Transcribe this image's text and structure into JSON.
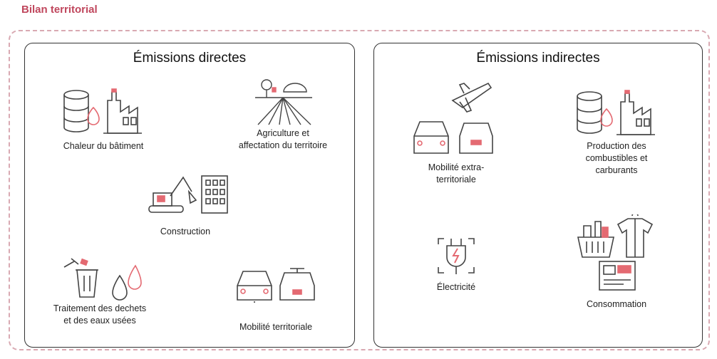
{
  "header": {
    "title": "Bilan territorial"
  },
  "colors": {
    "accent": "#c0475d",
    "frame": "#d9a9b2",
    "icon": "#444444",
    "icon_highlight": "#e46a72"
  },
  "direct": {
    "title": "Émissions directes",
    "items": [
      {
        "label": "Chaleur du bâtiment",
        "icon": "fuel-barrel-factory-icon"
      },
      {
        "label_lines": [
          "Agriculture et",
          "affectation du territoire"
        ],
        "icon": "agriculture-field-icon"
      },
      {
        "label": "Construction",
        "icon": "excavator-building-icon"
      },
      {
        "label_lines": [
          "Traitement des dechets",
          "et des eaux usées"
        ],
        "icon": "waste-water-icon"
      },
      {
        "label": "Mobilité territoriale",
        "icon": "car-vehicles-icon"
      }
    ]
  },
  "indirect": {
    "title": "Émissions indirectes",
    "items": [
      {
        "label_lines": [
          "Mobilité extra-",
          "territoriale"
        ],
        "icon": "plane-car-icon"
      },
      {
        "label_lines": [
          "Production des",
          "combustibles et",
          "carburants"
        ],
        "icon": "fuel-barrel-factory-icon"
      },
      {
        "label": "Électricité",
        "icon": "electric-plug-icon"
      },
      {
        "label": "Consommation",
        "icon": "shopping-clothes-icon"
      }
    ]
  }
}
